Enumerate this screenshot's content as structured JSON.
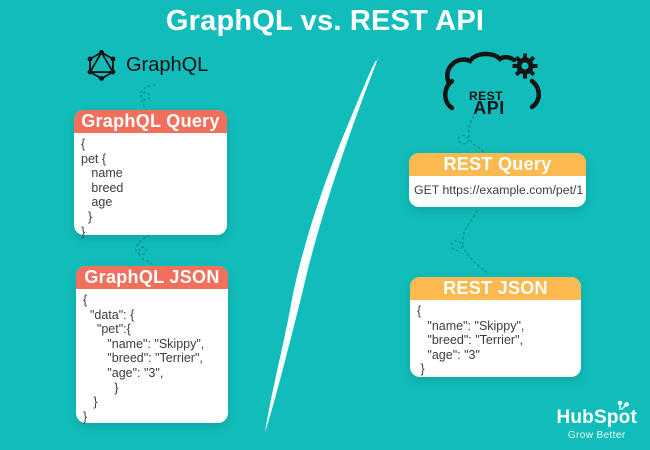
{
  "title": "GraphQL vs. REST API",
  "colors": {
    "background": "#11BDBA",
    "graphql_accent": "#F1705B",
    "rest_accent": "#FBB94F",
    "card": "#FFFFFF",
    "ink": "#141414"
  },
  "left": {
    "logo_label": "GraphQL",
    "query_card": {
      "header": "GraphQL Query",
      "code": "{\npet {\n   name\n   breed\n   age\n  }\n}"
    },
    "json_card": {
      "header": "GraphQL JSON",
      "code": "{\n  \"data\": {\n    \"pet\":{\n       \"name\": \"Skippy\",\n       \"breed\": \"Terrier\",\n       \"age\": \"3\",\n         }\n   }\n}"
    }
  },
  "right": {
    "logo_label_line1": "REST",
    "logo_label_line2": "API",
    "query_card": {
      "header": "REST Query",
      "code": "GET https://example.com/pet/1"
    },
    "json_card": {
      "header": "REST JSON",
      "code": "{\n   \"name\": \"Skippy\",\n   \"breed\": \"Terrier\",\n   \"age\": \"3\"\n }"
    }
  },
  "footer": {
    "brand_pre": "HubSp",
    "brand_o": "o",
    "brand_post": "t",
    "tagline": "Grow Better"
  }
}
